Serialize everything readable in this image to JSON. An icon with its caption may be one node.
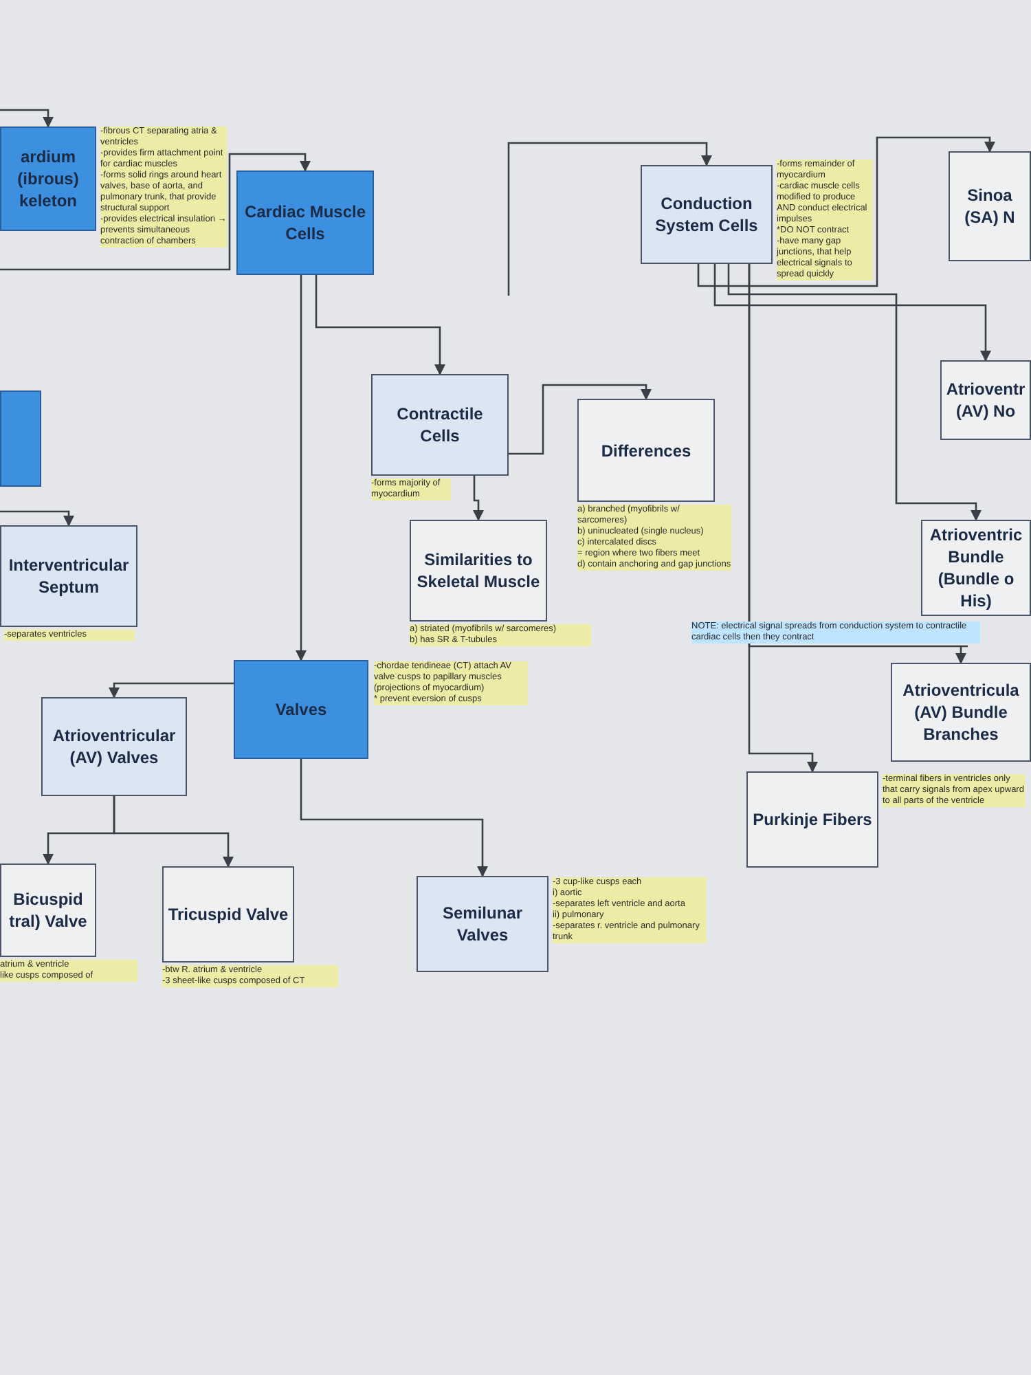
{
  "diagram": {
    "nodes": [
      {
        "text": [
          "ardium (ibrous) keleton"
        ],
        "beside": [
          "-fibrous CT separating atria & ventricles",
          "-provides firm attachment point for cardiac muscles",
          "-forms solid rings around heart valves, base of aorta, and pulmonary trunk, that provide structural support",
          "-provides electrical insulation → prevents simultaneous contraction of chambers"
        ]
      },
      {
        "text": [
          "Cardiac Muscle Cells"
        ]
      },
      {
        "text": [
          "Conduction System Cells"
        ],
        "beside": [
          "-forms remainder of myocardium",
          "-cardiac muscle cells modified to produce AND conduct electrical impulses",
          "*DO NOT contract",
          "-have many gap junctions, that help electrical signals to spread quickly"
        ]
      },
      {
        "text": [
          "Sinoa (SA) N"
        ]
      },
      {
        "text": [
          "Contractile Cells"
        ],
        "beside": [
          "-forms majority of myocardium"
        ]
      },
      {
        "text": [
          "Differences"
        ],
        "beside": [
          "a) branched (myofibrils w/ sarcomeres)",
          "b) uninucleated (single nucleus)",
          "c) intercalated discs",
          "= region where two fibers meet",
          "d) contain anchoring and gap junctions"
        ]
      },
      {
        "text": [
          "Atrioventr (AV) No"
        ]
      },
      {
        "text": [],
        "shape": "box"
      },
      {
        "text": [
          "Interventricular Septum"
        ],
        "beside": [
          "-separates ventricles"
        ]
      },
      {
        "text": [
          "Similarities to Skeletal Muscle"
        ],
        "beside": [
          "a) striated (myofibrils w/ sarcomeres)",
          "b) has SR & T-tubules"
        ]
      },
      {
        "text": [
          "Atrioventric Bundle (Bundle o His)"
        ]
      },
      {
        "text": [
          "Valves"
        ],
        "beside": [
          "-chordae tendineae (CT) attach AV valve cusps to papillary muscles (projections of myocardium)",
          "* prevent eversion of cusps"
        ]
      },
      {
        "text": [
          "Atrioventricular (AV) Valves"
        ]
      },
      {
        "text": [
          "Atrioventricula (AV) Bundle Branches"
        ]
      },
      {
        "text": [
          "Purkinje Fibers"
        ],
        "beside": [
          "-terminal fibers in ventricles only that carry signals from apex upward to all parts of the ventricle"
        ]
      },
      {
        "text": [
          "Bicuspid tral) Valve"
        ],
        "beside": [
          "atrium & ventricle",
          "like cusps composed of"
        ]
      },
      {
        "text": [
          "Tricuspid Valve"
        ],
        "beside": [
          "-btw R. atrium & ventricle",
          "-3 sheet-like cusps composed of CT"
        ]
      },
      {
        "text": [
          "Semilunar Valves"
        ],
        "beside": [
          "-3 cup-like cusps each",
          "i) aortic",
          "-separates left ventricle and aorta",
          "ii) pulmonary",
          "-separates r. ventricle and pulmonary trunk"
        ]
      }
    ],
    "edges": [
      {
        "from": null,
        "to": 0,
        "arrow": "to"
      },
      {
        "from": null,
        "to": 1,
        "arrow": "to"
      },
      {
        "from": null,
        "to": 2,
        "arrow": "to"
      },
      {
        "from": 1,
        "to": 4,
        "arrow": "to"
      },
      {
        "from": 1,
        "to": 11,
        "arrow": "to"
      },
      {
        "from": null,
        "to": 8,
        "arrow": "to"
      },
      {
        "from": 4,
        "to": 5,
        "arrow": "to"
      },
      {
        "from": 4,
        "to": 9,
        "arrow": "to"
      },
      {
        "from": 2,
        "to": 3,
        "arrow": "to"
      },
      {
        "from": 2,
        "to": 6,
        "arrow": "to"
      },
      {
        "from": 2,
        "to": 10,
        "arrow": "to"
      },
      {
        "from": 2,
        "to": 13,
        "arrow": "to"
      },
      {
        "from": 2,
        "to": 14,
        "arrow": "to"
      },
      {
        "from": 11,
        "to": 12,
        "arrow": "to"
      },
      {
        "from": 12,
        "to": 15,
        "arrow": "to"
      },
      {
        "from": 12,
        "to": 16,
        "arrow": "to"
      },
      {
        "from": 11,
        "to": 17,
        "arrow": "to"
      }
    ],
    "labels": [
      "NOTE: electrical signal spreads from conduction system to contractile cardiac cells then they contract"
    ]
  }
}
